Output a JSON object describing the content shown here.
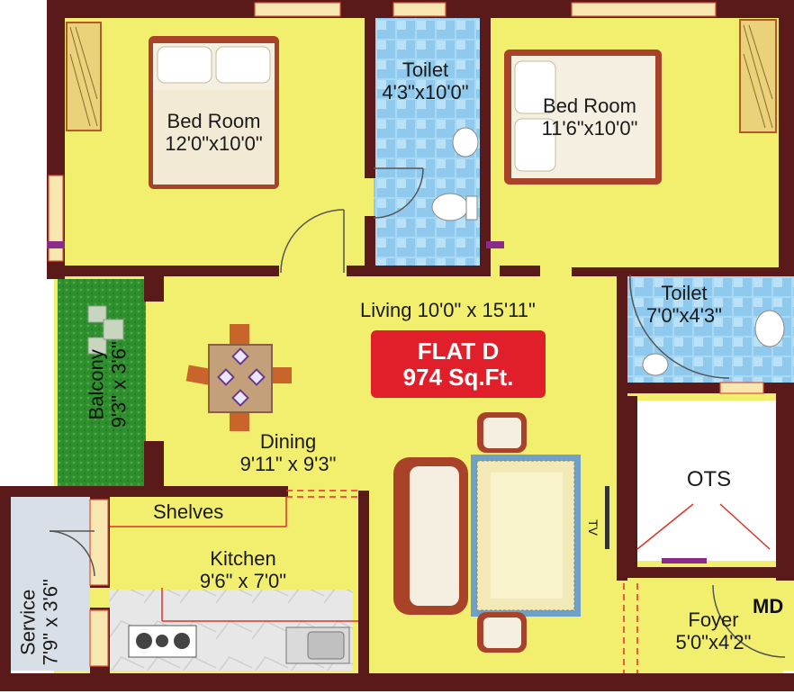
{
  "plan": {
    "badge": {
      "title": "FLAT D",
      "area": "974 Sq.Ft."
    },
    "rooms": {
      "bedroom1": {
        "name": "Bed Room",
        "size": "12'0\"x10'0\""
      },
      "toilet1": {
        "name": "Toilet",
        "size": "4'3\"x10'0\""
      },
      "bedroom2": {
        "name": "Bed Room",
        "size": "11'6\"x10'0\""
      },
      "living": {
        "label": "Living 10'0\" x 15'11\""
      },
      "toilet2": {
        "name": "Toilet",
        "size": "7'0\"x4'3\""
      },
      "balcony": {
        "name": "Balcony",
        "size": "9'3\" x 3'6\""
      },
      "dining": {
        "name": "Dining",
        "size": "9'11\" x 9'3\""
      },
      "ots": {
        "name": "OTS"
      },
      "shelves": {
        "name": "Shelves"
      },
      "kitchen": {
        "name": "Kitchen",
        "size": "9'6\" x 7'0\""
      },
      "service": {
        "name": "Service",
        "size": "7'9\" x 3'6\""
      },
      "foyer": {
        "name": "Foyer",
        "size": "5'0\"x4'2\""
      }
    },
    "tv_label": "TV",
    "md_label": "MD",
    "colors": {
      "wall": "#5a1a1a",
      "floor": "#f2ee6e",
      "tile": "#a9d8f2",
      "balcony": "#2f8f2f",
      "badge": "#e01f2a",
      "furniture": "#a8432a"
    }
  }
}
